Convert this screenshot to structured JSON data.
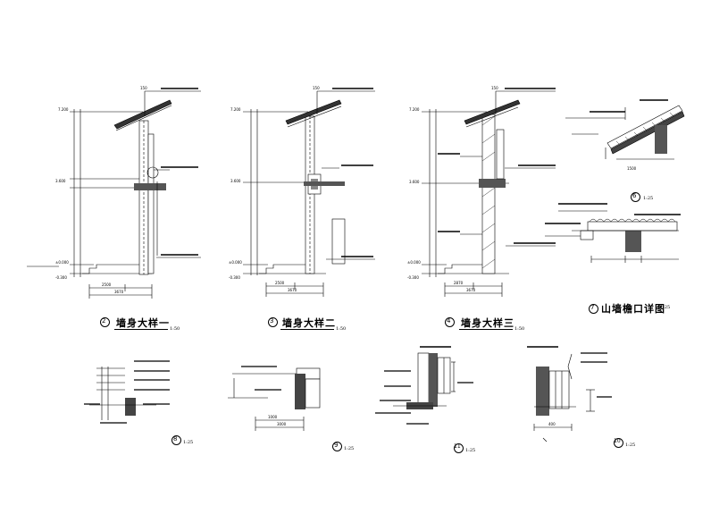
{
  "details": [
    {
      "id": "d2",
      "num": "2",
      "title": "墙身大样一",
      "scale": "1:50"
    },
    {
      "id": "d3",
      "num": "3",
      "title": "墙身大样二",
      "scale": "1:50"
    },
    {
      "id": "d4",
      "num": "4",
      "title": "墙身大样三",
      "scale": "1:50"
    },
    {
      "id": "d7",
      "num": "7",
      "title": "山墙檐口详图",
      "scale": "1:25"
    },
    {
      "id": "d6",
      "num": "6",
      "title": "",
      "scale": "1:25"
    },
    {
      "id": "d8",
      "num": "8",
      "title": "",
      "scale": "1:25"
    },
    {
      "id": "d9",
      "num": "9",
      "title": "",
      "scale": "1:25"
    },
    {
      "id": "d11",
      "num": "11",
      "title": "",
      "scale": "1:25"
    },
    {
      "id": "d10",
      "num": "10",
      "title": "",
      "scale": "1:25"
    }
  ],
  "labels": {
    "levels_a": [
      "7.200",
      "3.600",
      "±0.000",
      "-0.300"
    ],
    "levels_b": [
      "7.200",
      "3.600",
      "±0.000",
      "-0.300"
    ],
    "levels_c": [
      "7.200",
      "3.600",
      "±0.000",
      "-0.300"
    ],
    "dims_a": [
      "2500",
      "3670"
    ],
    "dims_b": [
      "2500",
      "3670"
    ],
    "dims_c": [
      "2870",
      "3670"
    ],
    "dims_7": [
      "1500"
    ],
    "dims_9": [
      "1000",
      "3000"
    ],
    "dims_10": [
      "400"
    ],
    "dim_150": "150"
  }
}
